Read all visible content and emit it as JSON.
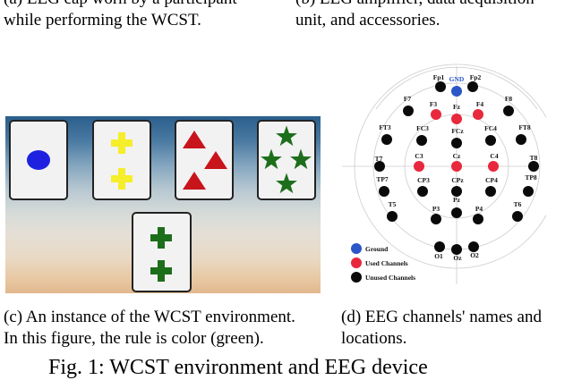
{
  "captions": {
    "a_line1": "(a) EEG cap worn by a participant",
    "a_line2": "while performing the WCST.",
    "b_line1": "(b) EEG amplifier, data acquisition",
    "b_line2": "unit, and accessories.",
    "c_line1": "(c) An instance of the WCST environment.",
    "c_line2": "In this figure, the rule is color (green).",
    "d_line1": "(d) EEG channels' names and",
    "d_line2": "locations."
  },
  "figure_label": "Fig. 1: WCST environment and EEG device",
  "wcst": {
    "shape_colors": {
      "blue": "#1e22e0",
      "yellow": "#f5ee2a",
      "red": "#c8141b",
      "green": "#1d6e1a"
    },
    "cards": [
      {
        "shape": "circle-icon",
        "color": "blue",
        "count": 1
      },
      {
        "shape": "cross-icon",
        "color": "yellow",
        "count": 2
      },
      {
        "shape": "triangle-icon",
        "color": "red",
        "count": 3
      },
      {
        "shape": "star-icon",
        "color": "green",
        "count": 4
      },
      {
        "shape": "cross-icon",
        "color": "green",
        "count": 2
      }
    ]
  },
  "eeg": {
    "colors": {
      "ground": "#2b56c8",
      "used": "#e8283c",
      "unused": "#0a0a0a"
    },
    "channels": [
      {
        "name": "GND",
        "type": "ground"
      },
      {
        "name": "Fp1",
        "type": "unused"
      },
      {
        "name": "Fp2",
        "type": "unused"
      },
      {
        "name": "F7",
        "type": "unused"
      },
      {
        "name": "F3",
        "type": "used"
      },
      {
        "name": "Fz",
        "type": "used"
      },
      {
        "name": "F4",
        "type": "used"
      },
      {
        "name": "F8",
        "type": "unused"
      },
      {
        "name": "FT3",
        "type": "unused"
      },
      {
        "name": "FC3",
        "type": "unused"
      },
      {
        "name": "FCz",
        "type": "unused"
      },
      {
        "name": "FC4",
        "type": "unused"
      },
      {
        "name": "FT8",
        "type": "unused"
      },
      {
        "name": "T7",
        "type": "unused"
      },
      {
        "name": "C3",
        "type": "used"
      },
      {
        "name": "Cz",
        "type": "used"
      },
      {
        "name": "C4",
        "type": "used"
      },
      {
        "name": "T8",
        "type": "unused"
      },
      {
        "name": "TP7",
        "type": "unused"
      },
      {
        "name": "CP3",
        "type": "unused"
      },
      {
        "name": "CPz",
        "type": "unused"
      },
      {
        "name": "CP4",
        "type": "unused"
      },
      {
        "name": "TP8",
        "type": "unused"
      },
      {
        "name": "T5",
        "type": "unused"
      },
      {
        "name": "P3",
        "type": "unused"
      },
      {
        "name": "Pz",
        "type": "unused"
      },
      {
        "name": "P4",
        "type": "unused"
      },
      {
        "name": "T6",
        "type": "unused"
      },
      {
        "name": "O1",
        "type": "unused"
      },
      {
        "name": "Oz",
        "type": "unused"
      },
      {
        "name": "O2",
        "type": "unused"
      }
    ],
    "legend": [
      {
        "label": "Ground",
        "type": "ground"
      },
      {
        "label": "Used Channels",
        "type": "used"
      },
      {
        "label": "Unused Channels",
        "type": "unused"
      }
    ]
  }
}
